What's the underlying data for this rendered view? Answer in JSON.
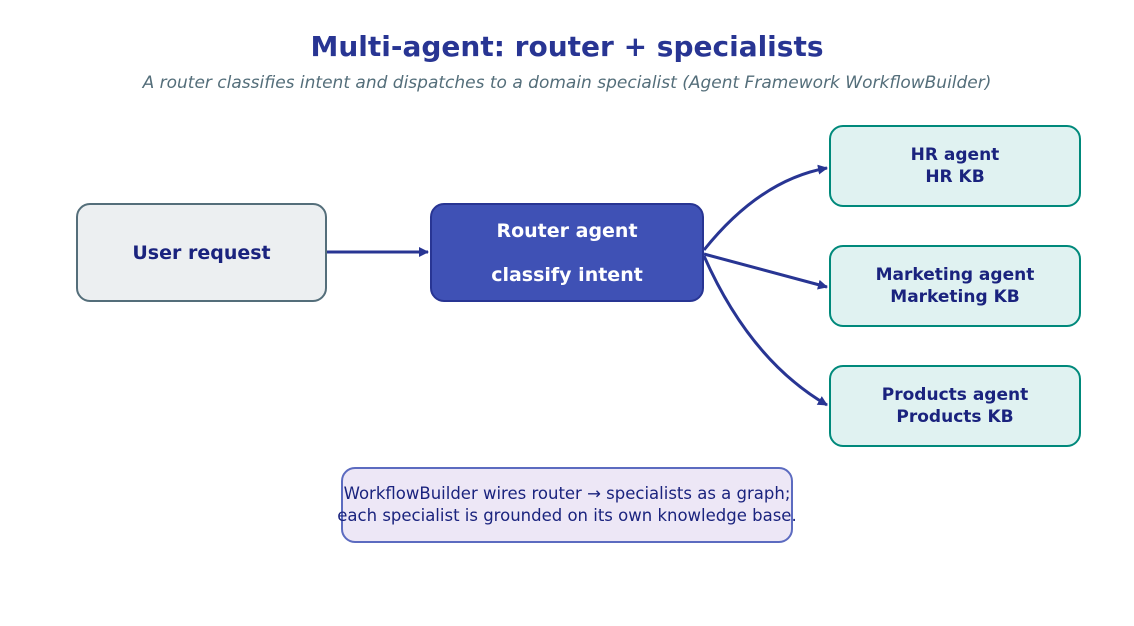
{
  "title": "Multi-agent: router + specialists",
  "subtitle": "A router classifies intent and dispatches to a domain specialist (Agent Framework WorkflowBuilder)",
  "nodes": {
    "user": {
      "label": "User request"
    },
    "router": {
      "line1": "Router agent",
      "line2": "classify intent"
    },
    "hr": {
      "line1": "HR agent",
      "line2": "HR KB"
    },
    "marketing": {
      "line1": "Marketing agent",
      "line2": "Marketing KB"
    },
    "products": {
      "line1": "Products agent",
      "line2": "Products KB"
    }
  },
  "note": {
    "line1": "WorkflowBuilder wires router → specialists as a graph;",
    "line2": "each specialist is grounded on its own knowledge base."
  },
  "edges": [
    {
      "from": "user",
      "to": "router"
    },
    {
      "from": "router",
      "to": "hr"
    },
    {
      "from": "router",
      "to": "marketing"
    },
    {
      "from": "router",
      "to": "products"
    }
  ],
  "colors": {
    "title": "#283593",
    "subtitle": "#546e7a",
    "edge": "#283593",
    "router_fill": "#3f51b5",
    "specialist_fill": "#e0f2f1",
    "specialist_border": "#00897b",
    "user_fill": "#eceff1",
    "note_fill": "#ede7f6"
  }
}
